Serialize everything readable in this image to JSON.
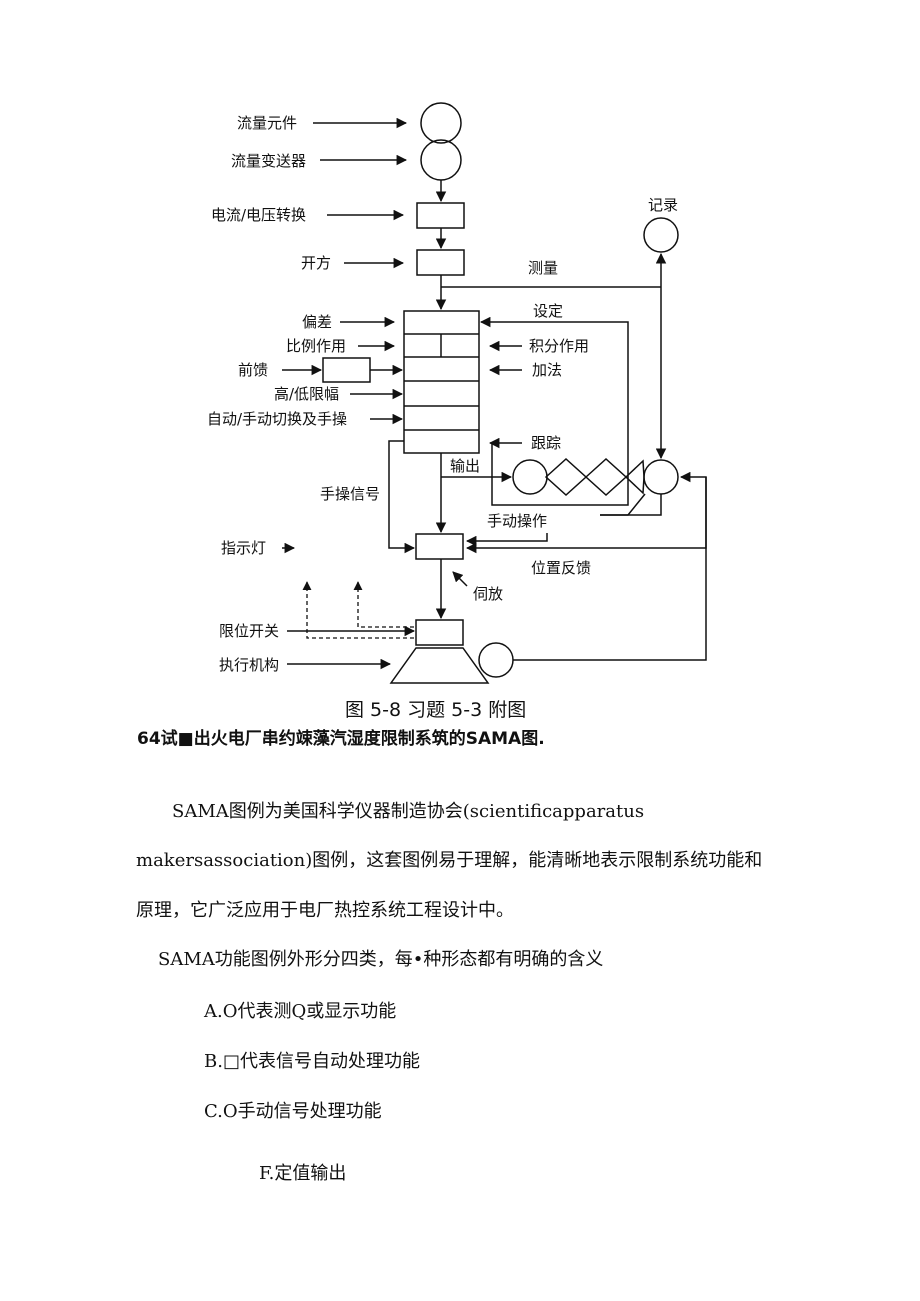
{
  "diagram": {
    "labels_left": {
      "flow_element": "流量元件",
      "flow_transmitter": "流量变送器",
      "iv_convert": "电流/电压转换",
      "sqrt": "开方",
      "deviation": "偏差",
      "proportional": "比例作用",
      "feedforward": "前馈",
      "hi_lo_limit": "高/低限幅",
      "auto_manual": "自动/手动切换及手操",
      "manual_signal": "手操信号",
      "indicator": "指示灯",
      "limit_switch": "限位开关",
      "actuator": "执行机构"
    },
    "labels_right": {
      "record": "记录",
      "measure": "测量",
      "setpoint": "设定",
      "integral": "积分作用",
      "add": "加法",
      "track": "跟踪",
      "output": "输出",
      "manual_op": "手动操作",
      "position_feedback": "位置反馈",
      "servo": "伺放"
    },
    "caption": "图 5-8  习题 5-3 附图"
  },
  "text": {
    "heading": "64试■出火电厂串约竦藻汽湿度限制系筑的SAMA图.",
    "para1_line1": "SAMA图例为美国科学仪器制造协会(scientificapparatus",
    "para1_line2": "makersassociation)图例，这套图例易于理解，能清晰地表示限制系统功能和",
    "para1_line3": "原理，它广泛应用于电厂热控系统工程设计中。",
    "para2": "SAMA功能图例外形分四类，每•种形态都有明确的含义",
    "item_a": "A.O代表测Q或显示功能",
    "item_b": "B.□代表信号自动处理功能",
    "item_c": "C.O手动信号处理功能",
    "item_f": "F.定值输出"
  }
}
